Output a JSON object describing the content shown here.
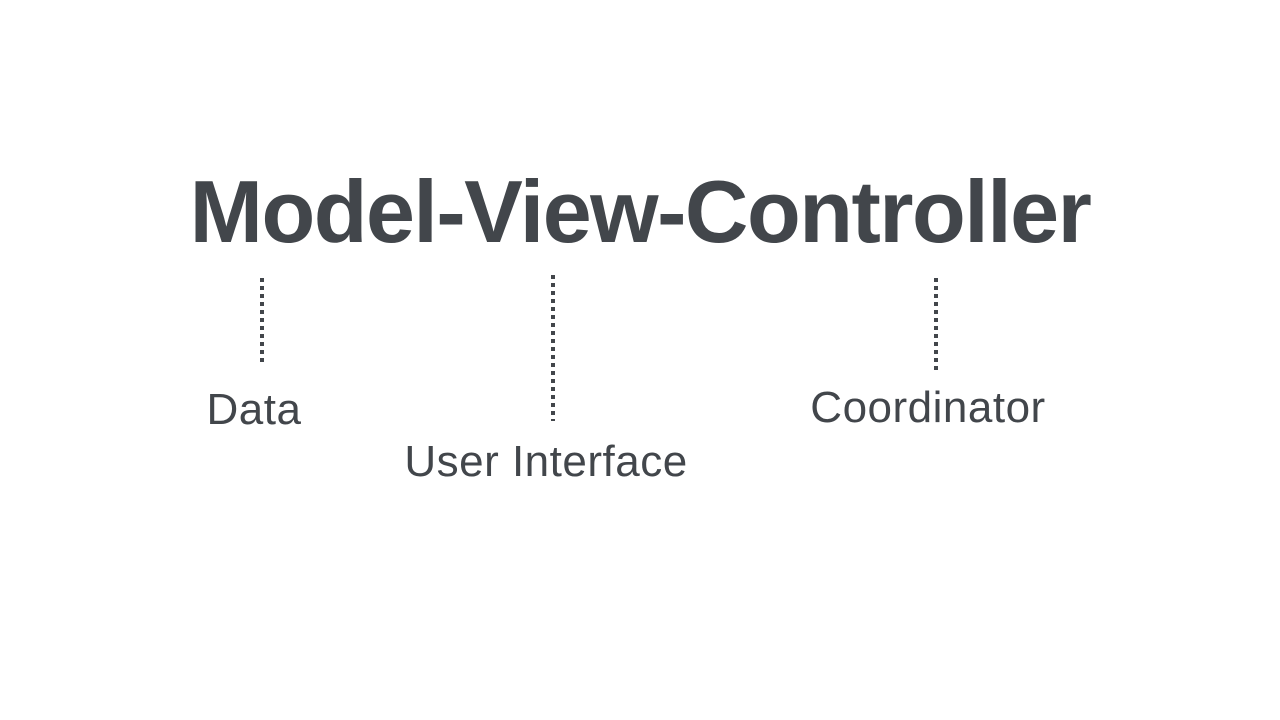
{
  "colors": {
    "ink": "#42464b",
    "background": "#ffffff"
  },
  "title": "Model-View-Controller",
  "callouts": [
    {
      "label": "Data"
    },
    {
      "label": "User Interface"
    },
    {
      "label": "Coordinator"
    }
  ]
}
